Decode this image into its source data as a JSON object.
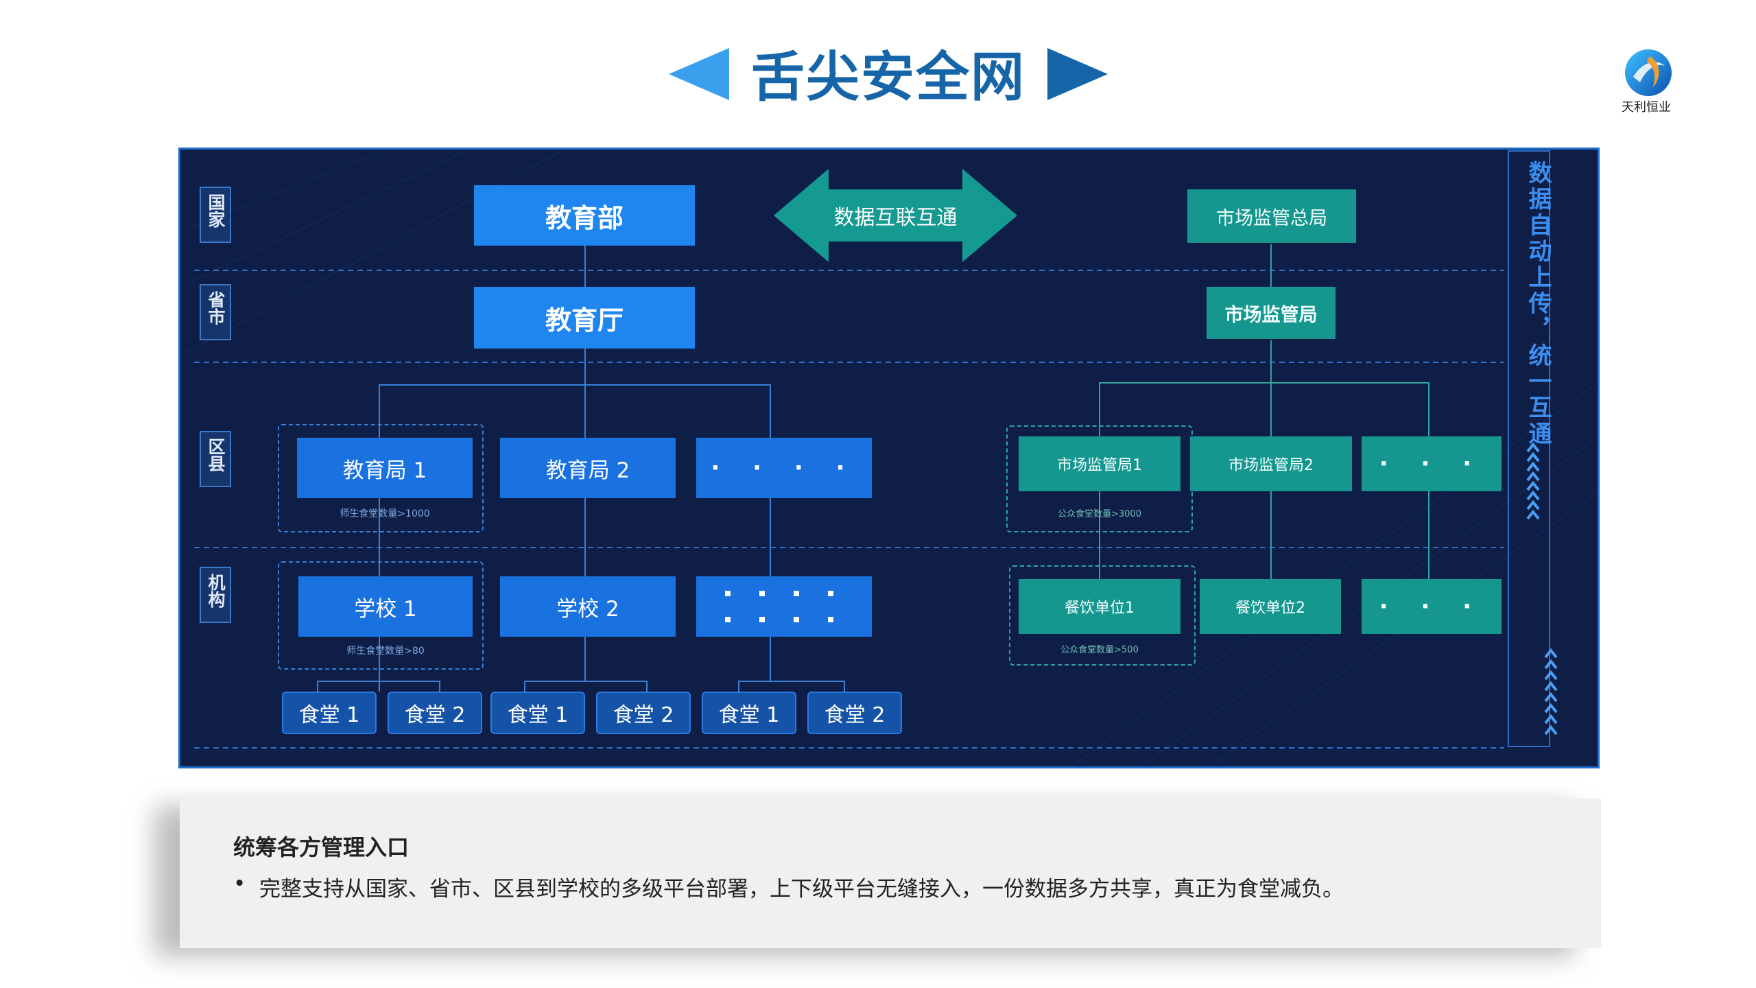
{
  "header": {
    "title": "舌尖安全网",
    "logo_text": "天利恒业"
  },
  "diagram": {
    "levels": [
      "国家",
      "省市",
      "区县",
      "机构"
    ],
    "edu_ministry": "教育部",
    "edu_department": "教育厅",
    "edu_bureaus": [
      "教育局 1",
      "教育局 2",
      "· · · ·"
    ],
    "edu_bureau_note": "师生食堂数量>1000",
    "schools": [
      "学校 1",
      "学校 2"
    ],
    "school_note": "师生食堂数量>80",
    "canteens": [
      "食堂 1",
      "食堂 2",
      "食堂 1",
      "食堂 2",
      "食堂 1",
      "食堂 2"
    ],
    "interconnect": "数据互联互通",
    "mkt_general": "市场监管总局",
    "mkt_bureau": "市场监管局",
    "mkt_districts": [
      "市场监管局1",
      "市场监管局2",
      "· · ·"
    ],
    "mkt_district_note": "公众食堂数量>3000",
    "catering_units": [
      "餐饮单位1",
      "餐饮单位2",
      "· · ·"
    ],
    "catering_note": "公众食堂数量>500",
    "side_caption": "数据自动上传，统一互通"
  },
  "card": {
    "title": "统筹各方管理入口",
    "bullet": "•",
    "body": "完整支持从国家、省市、区县到学校的多级平台部署，上下级平台无缝接入，一份数据多方共享，真正为食堂减负。"
  },
  "colors": {
    "title_blue": "#1565a8",
    "arrow_light": "#3aa0ee",
    "arrow_dark": "#1565a8",
    "panel_bg": "#0f1e46",
    "edu_blue": "#1a72e0",
    "market_teal": "#15978f"
  }
}
